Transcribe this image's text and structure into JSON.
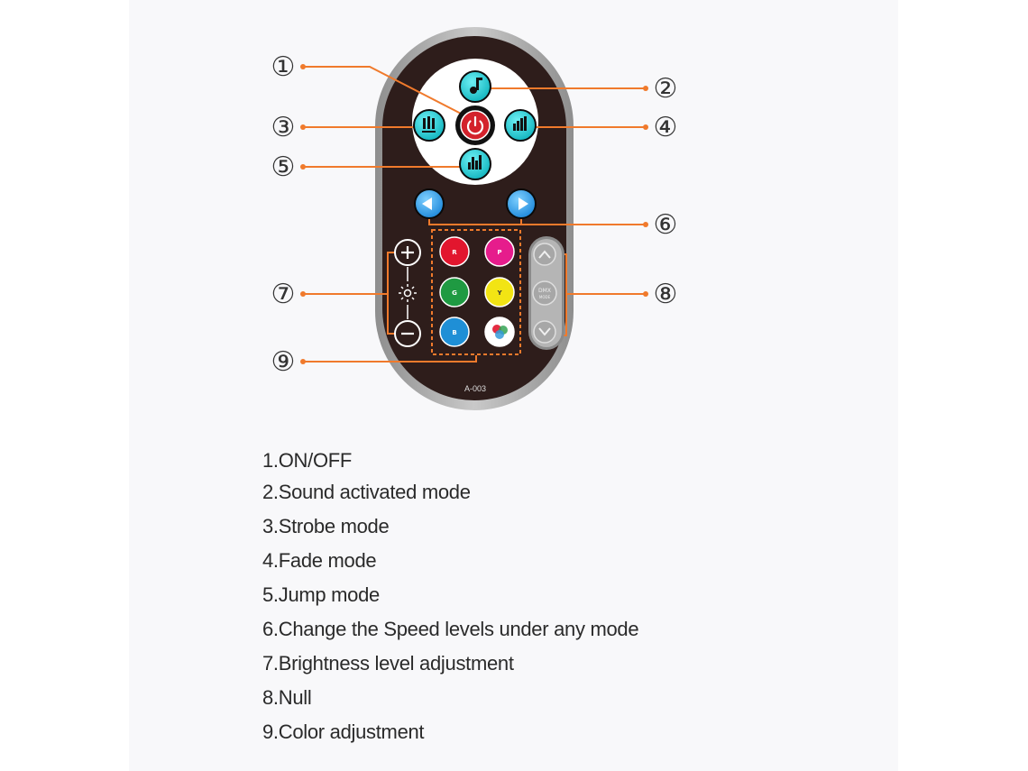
{
  "remote": {
    "model": "A-003",
    "color_buttons": [
      "R",
      "P",
      "G",
      "Y",
      "B"
    ],
    "dmx_label": "DMX",
    "dmx_sublabel": "MODE",
    "brightness_icon": "sun-icon",
    "colors": {
      "body_outer": "#b0b0b0",
      "body_inner": "#2e1d1b",
      "cyan_button": "#16c7cf",
      "power_ring": "#d3222c",
      "callout_line": "#f07a2c",
      "red": "#e2162e",
      "pink": "#e61c8c",
      "green": "#1f9a42",
      "yellow": "#f2e414",
      "blue": "#1f8fd6"
    }
  },
  "callouts": [
    "①",
    "②",
    "③",
    "④",
    "⑤",
    "⑥",
    "⑦",
    "⑧",
    "⑨"
  ],
  "legend": [
    "1.ON/OFF",
    "2.Sound activated mode",
    "3.Strobe mode",
    "4.Fade mode",
    "5.Jump mode",
    "6.Change the Speed levels under any mode",
    "7.Brightness level adjustment",
    "8.Null",
    "9.Color adjustment"
  ]
}
